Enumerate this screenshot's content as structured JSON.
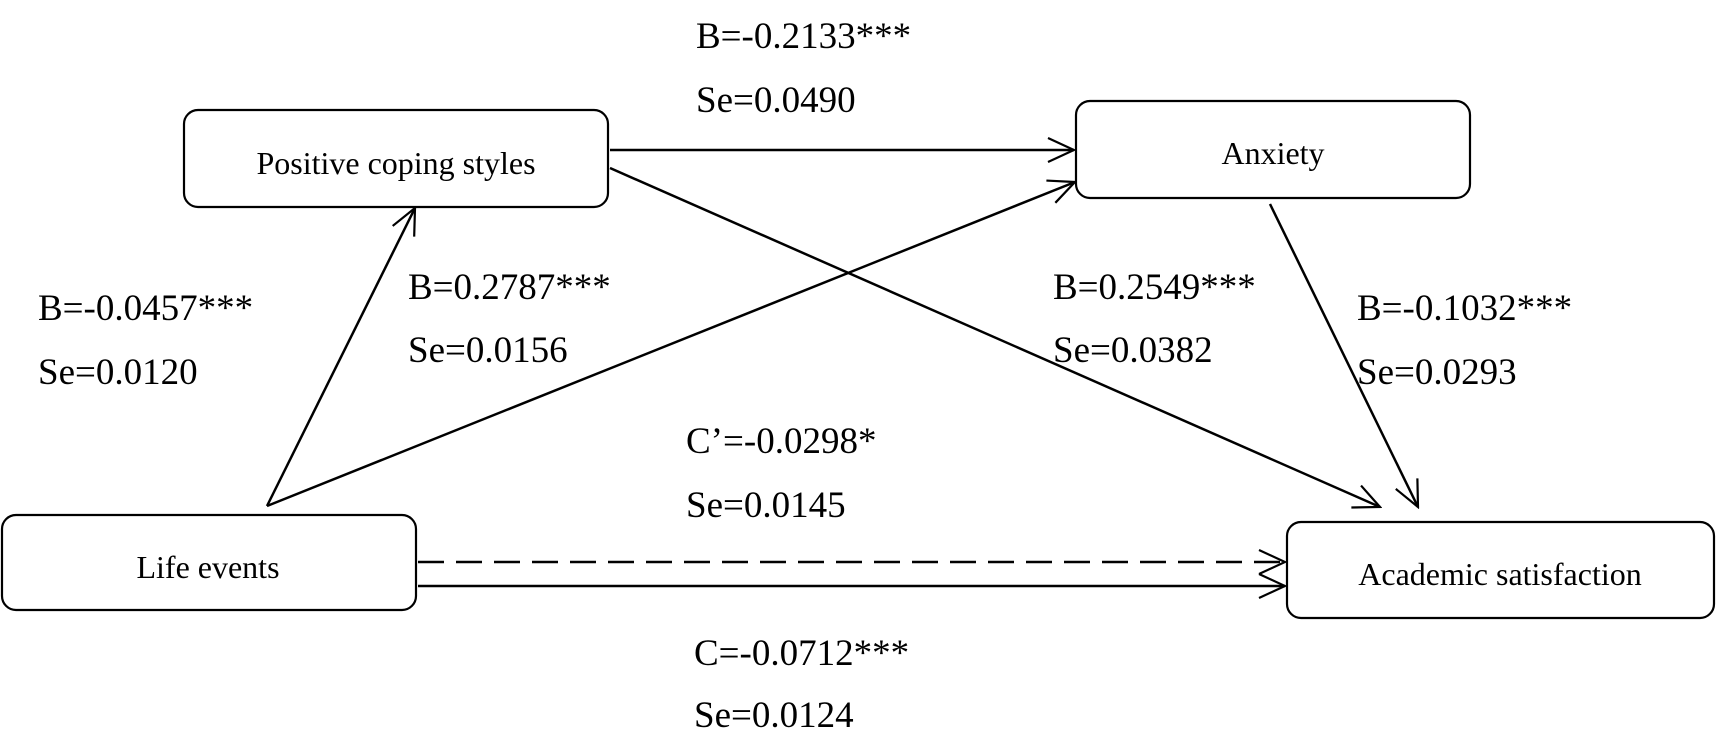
{
  "nodes": {
    "positive_coping": "Positive coping styles",
    "anxiety": "Anxiety",
    "life_events": "Life events",
    "academic_satisfaction": "Academic satisfaction"
  },
  "paths": {
    "coping_to_anxiety": {
      "b": "B=-0.2133***",
      "se": "Se=0.0490"
    },
    "life_to_coping": {
      "b": "B=-0.0457***",
      "se": "Se=0.0120"
    },
    "life_to_anxiety": {
      "b": "B=0.2787***",
      "se": "Se=0.0156"
    },
    "coping_to_academic": {
      "b": "B=0.2549***",
      "se": "Se=0.0382"
    },
    "anxiety_to_academic": {
      "b": "B=-0.1032***",
      "se": "Se=0.0293"
    },
    "direct": {
      "b": "C’=-0.0298*",
      "se": "Se=0.0145"
    },
    "total": {
      "b": "C=-0.0712***",
      "se": "Se=0.0124"
    }
  }
}
